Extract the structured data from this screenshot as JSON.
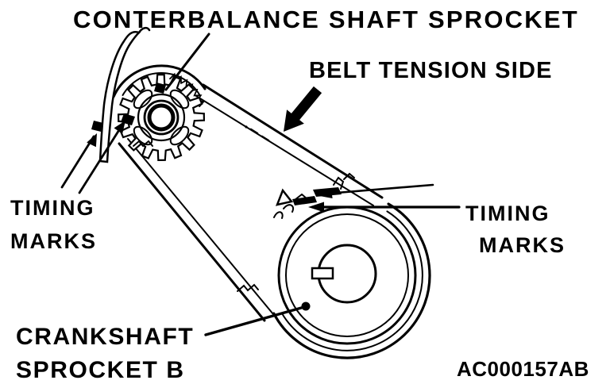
{
  "figure": {
    "title": "CONTERBALANCE SHAFT SPROCKET",
    "belt_tension_label": "BELT TENSION SIDE",
    "timing_marks_left": {
      "line1": "TIMING",
      "line2": "MARKS"
    },
    "timing_marks_right": {
      "line1": "TIMING",
      "line2": "MARKS"
    },
    "crankshaft_label": {
      "line1": "CRANKSHAFT",
      "line2": "SPROCKET B"
    },
    "figure_code": "AC000157AB",
    "colors": {
      "ink": "#000000",
      "paper": "#ffffff"
    },
    "icons": {
      "belt_tension_pointer": "thick-down-left-arrow-icon",
      "timing_leaders": "thin-arrow-icons",
      "crankshaft_leader": "dot-leader-line"
    }
  }
}
